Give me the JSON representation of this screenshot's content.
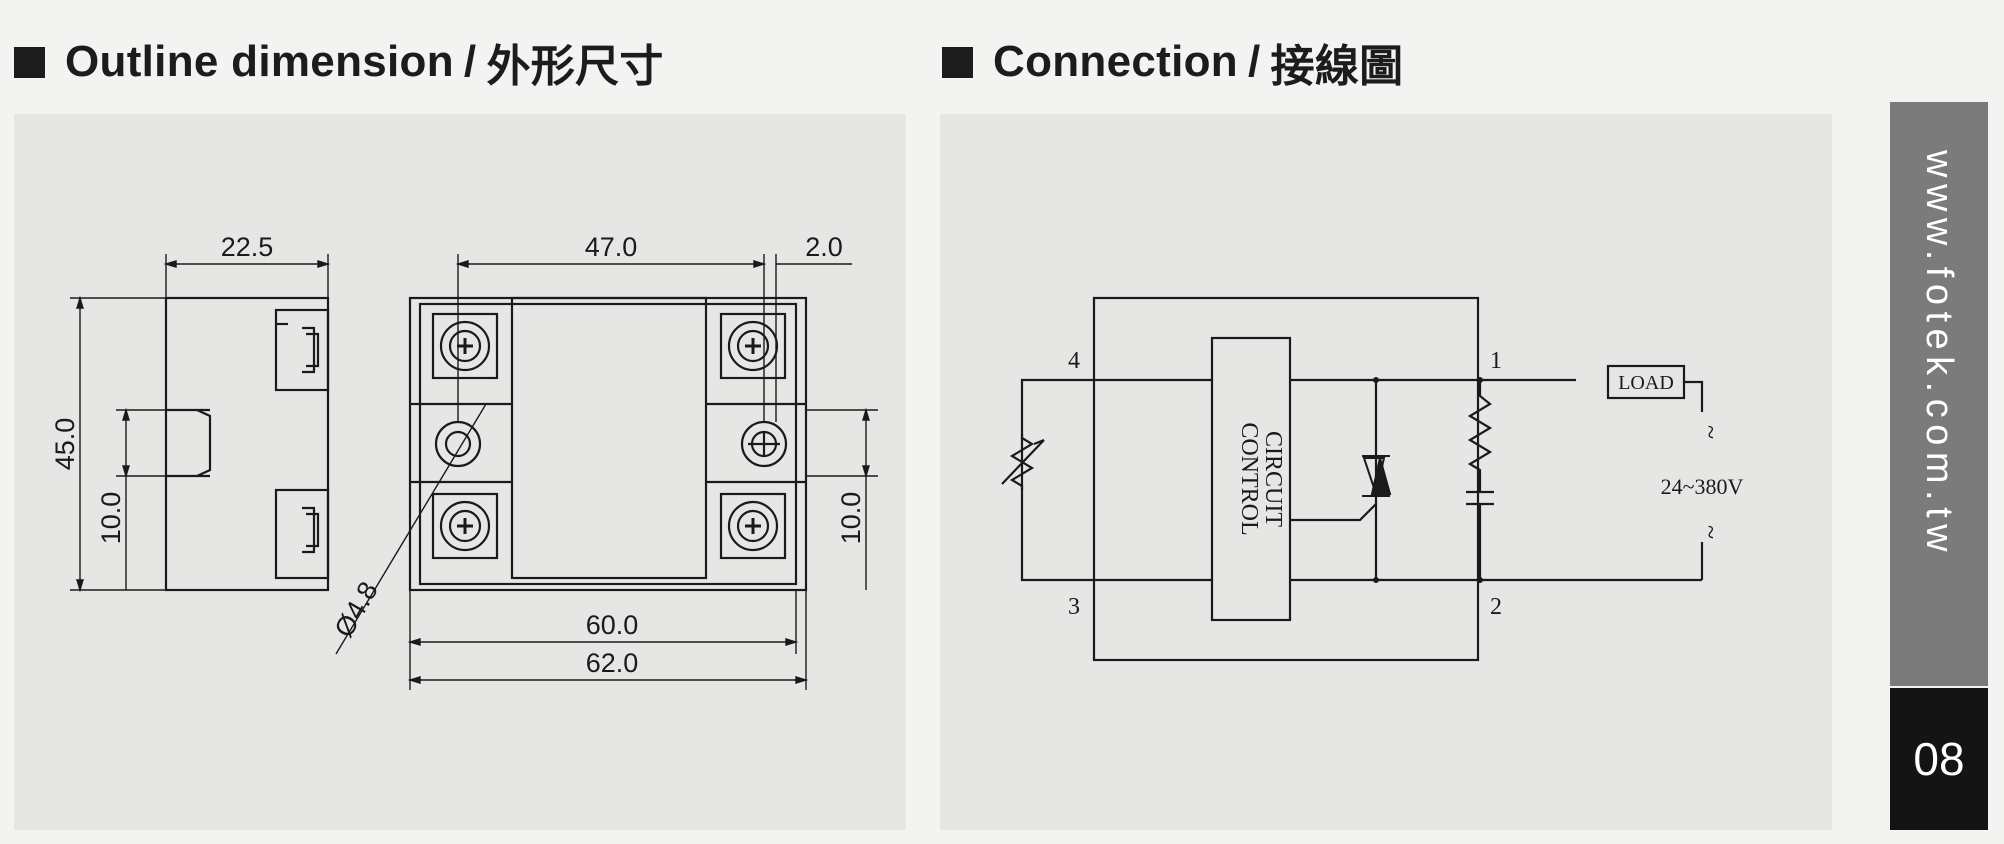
{
  "outline": {
    "title_en": "Outline dimension",
    "separator": "/",
    "title_zh": "外形尺寸",
    "dimensions": {
      "side_width": "22.5",
      "terminal_spacing": "47.0",
      "terminal_offset": "2.0",
      "height": "45.0",
      "left_slot": "10.0",
      "right_slot": "10.0",
      "hole_diameter": "Ø4.8",
      "inner_width": "60.0",
      "overall_width": "62.0"
    }
  },
  "connection": {
    "title_en": "Connection",
    "separator": "/",
    "title_zh": "接線圖",
    "terminals": {
      "t1": "1",
      "t2": "2",
      "t3": "3",
      "t4": "4"
    },
    "control_label_line1": "CONTROL",
    "control_label_line2": "CIRCUIT",
    "load_label": "LOAD",
    "voltage_label": "24~380V",
    "ac_symbol": "~"
  },
  "sidebar": {
    "website": "www.fotek.com.tw",
    "page_number": "08"
  },
  "colors": {
    "panel_bg": "#e6e6e4",
    "page_bg": "#f3f3f1",
    "sidebar_gray": "#7b7b7b",
    "page_box": "#141414"
  }
}
